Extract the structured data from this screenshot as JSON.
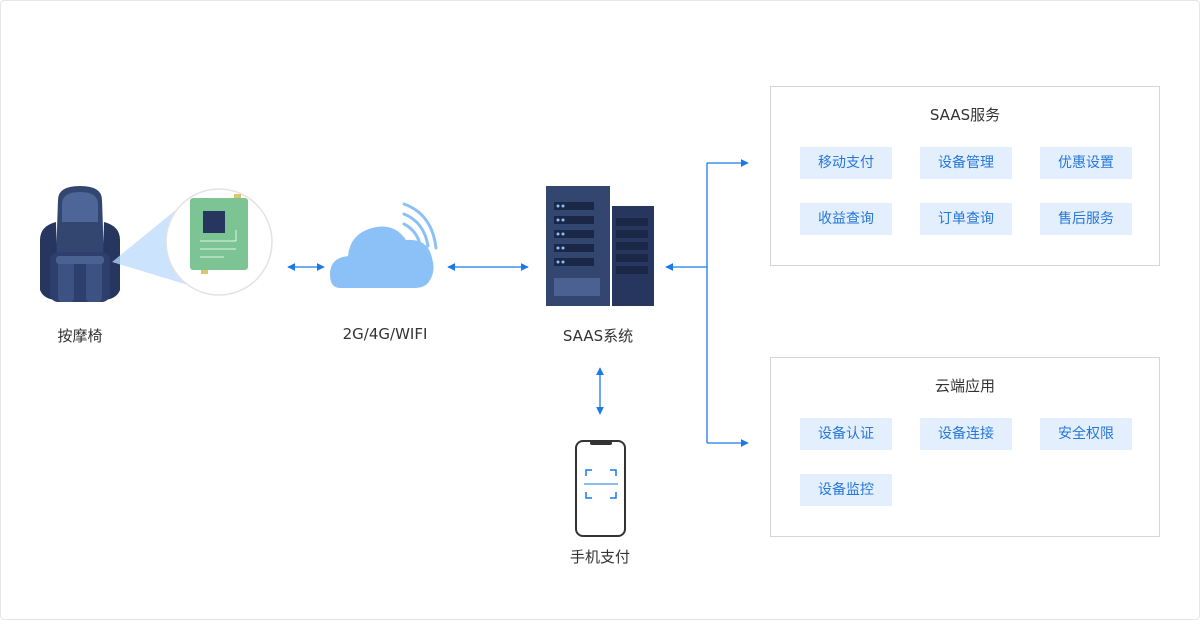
{
  "nodes": {
    "chair_label": "按摩椅",
    "network_label": "2G/4G/WIFI",
    "saas_label": "SAAS系统",
    "phone_label": "手机支付"
  },
  "panels": {
    "saas_service": {
      "title": "SAAS服务",
      "items": [
        "移动支付",
        "设备管理",
        "优惠设置",
        "收益查询",
        "订单查询",
        "售后服务"
      ]
    },
    "cloud_app": {
      "title": "云端应用",
      "items": [
        "设备认证",
        "设备连接",
        "安全权限",
        "设备监控"
      ]
    }
  },
  "colors": {
    "arrow": "#1a7ae6",
    "tag_bg": "#e3effd",
    "tag_text": "#2677d9",
    "chair": "#2e3f6e",
    "server": "#2f4266",
    "cloud": "#8cc1f7",
    "board": "#7cc494"
  }
}
